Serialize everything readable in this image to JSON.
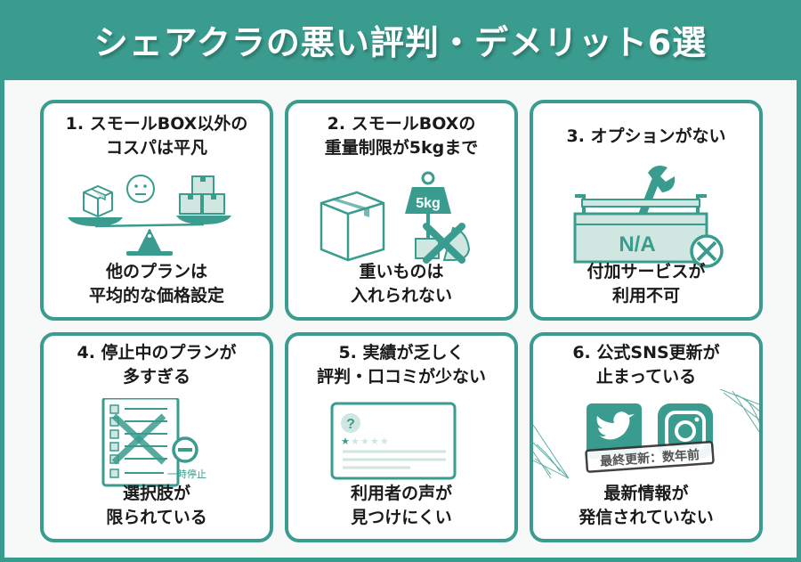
{
  "header": {
    "title": "シェアクラの悪い評判・デメリット6選"
  },
  "colors": {
    "accent": "#3a9c8e",
    "accent_light": "#cfe6e1",
    "text": "#1a1a1a",
    "card_bg": "#ffffff"
  },
  "cards": [
    {
      "number": "1",
      "title": "1. スモールBOX以外の\nコスパは平凡",
      "illustration": "scale-with-boxes-neutral-face-icon",
      "caption": "他のプランは\n平均的な価格設定"
    },
    {
      "number": "2",
      "title": "2. スモールBOXの\n重量制限が5kgまで",
      "illustration": "box-and-weight-crossed-icon",
      "weight_label": "5kg",
      "caption": "重いものは\n入れられない"
    },
    {
      "number": "3",
      "title": "3. オプションがない",
      "illustration": "toolbox-na-icon",
      "na_label": "N/A",
      "caption": "付加サービスが\n利用不可"
    },
    {
      "number": "4",
      "title": "4. 停止中のプランが\n多すぎる",
      "illustration": "checklist-crossed-paused-icon",
      "pause_label": "一時停止",
      "caption": "選択肢が\n限られている"
    },
    {
      "number": "5",
      "title": "5. 実績が乏しく\n評判・口コミが少ない",
      "illustration": "review-card-one-star-icon",
      "question_mark": "?",
      "rating": 1,
      "rating_max": 5,
      "caption": "利用者の声が\n見つけにくい"
    },
    {
      "number": "6",
      "title": "6. 公式SNS更新が\n止まっている",
      "illustration": "sns-icons-cobweb-icon",
      "stamp_label": "最終更新：数年前",
      "caption": "最新情報が\n発信されていない"
    }
  ]
}
